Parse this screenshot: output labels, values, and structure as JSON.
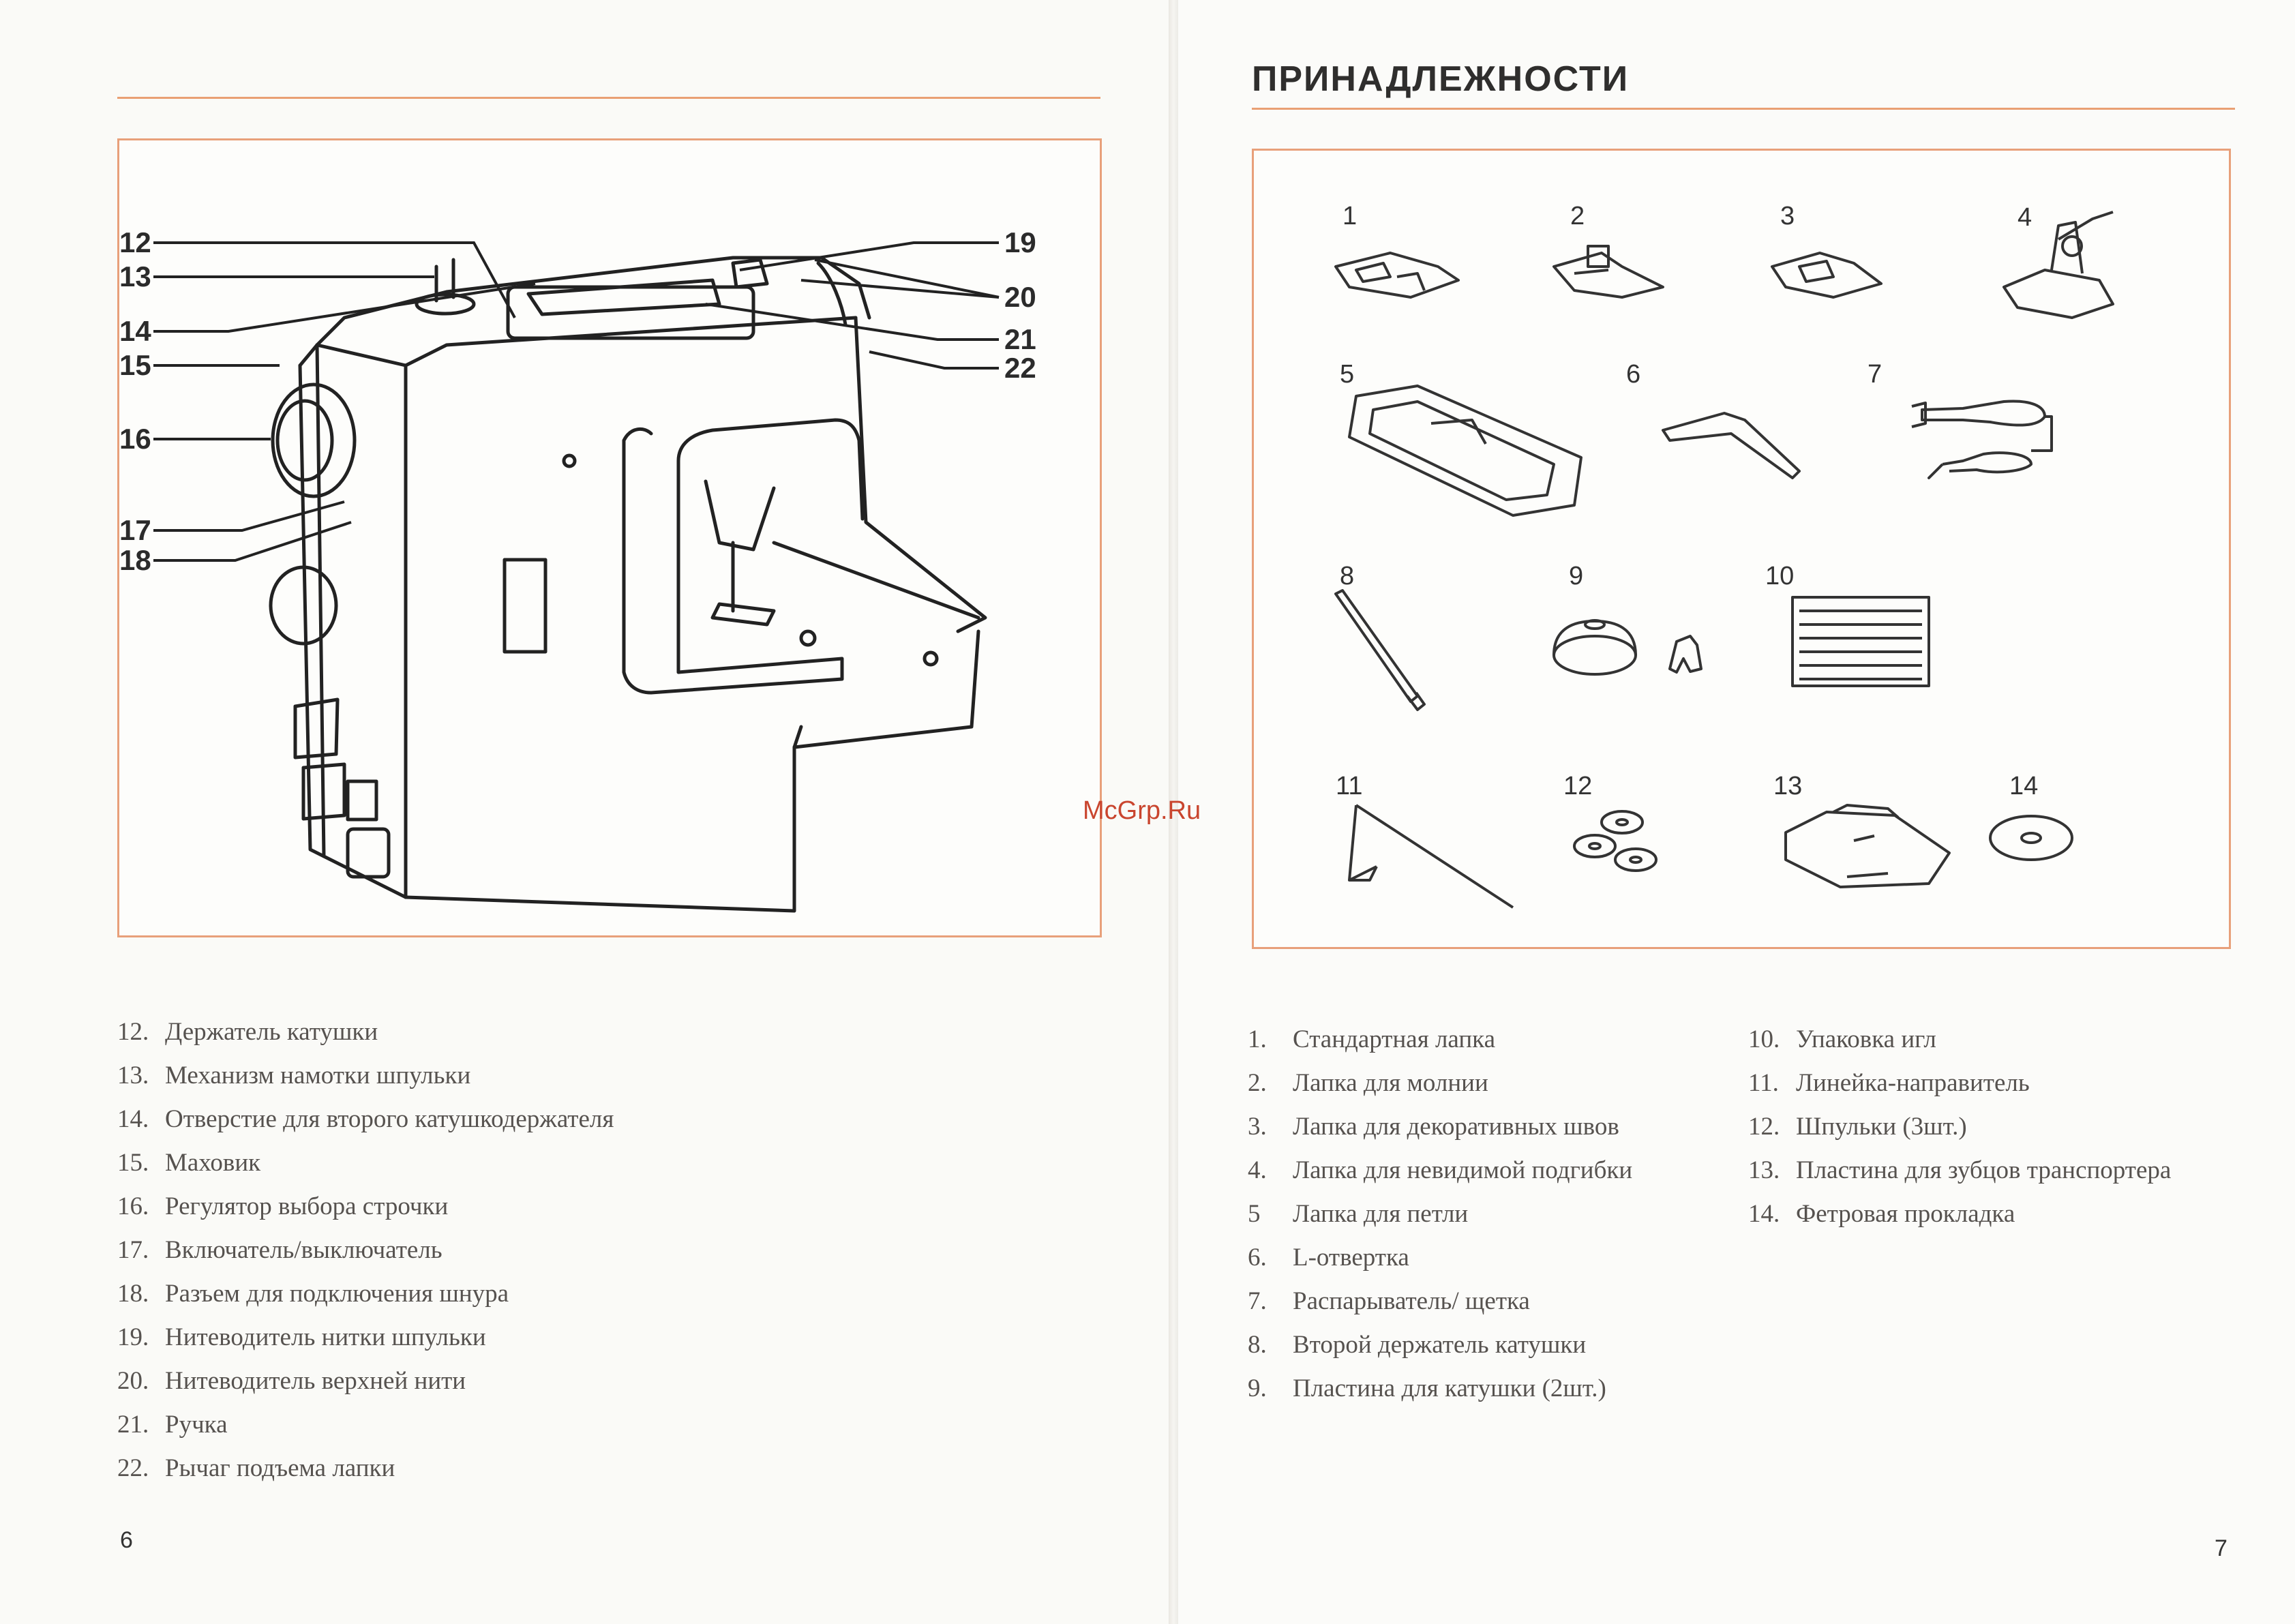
{
  "left_page": {
    "callouts": [
      "12",
      "13",
      "14",
      "15",
      "16",
      "17",
      "18",
      "19",
      "20",
      "21",
      "22"
    ],
    "parts": [
      {
        "num": "12.",
        "text": "Держатель катушки"
      },
      {
        "num": "13.",
        "text": "Механизм намотки шпульки"
      },
      {
        "num": "14.",
        "text": "Отверстие для второго катушкодержателя"
      },
      {
        "num": "15.",
        "text": "Маховик"
      },
      {
        "num": "16.",
        "text": "Регулятор выбора строчки"
      },
      {
        "num": "17.",
        "text": "Включатель/выключатель"
      },
      {
        "num": "18.",
        "text": "Разъем для подключения шнура"
      },
      {
        "num": "19.",
        "text": "Нитеводитель нитки шпульки"
      },
      {
        "num": "20.",
        "text": "Нитеводитель верхней нити"
      },
      {
        "num": "21.",
        "text": "Ручка"
      },
      {
        "num": "22.",
        "text": "Рычаг подъема лапки"
      }
    ],
    "page_number": "6"
  },
  "right_page": {
    "title": "ПРИНАДЛЕЖНОСТИ",
    "figure_numbers": [
      "1",
      "2",
      "3",
      "4",
      "5",
      "6",
      "7",
      "8",
      "9",
      "10",
      "11",
      "12",
      "13",
      "14"
    ],
    "accessories_col1": [
      {
        "num": "1.",
        "text": "Стандартная лапка"
      },
      {
        "num": "2.",
        "text": "Лапка для молнии"
      },
      {
        "num": "3.",
        "text": "Лапка для декоративных швов"
      },
      {
        "num": "4.",
        "text": "Лапка для невидимой подгибки"
      },
      {
        "num": "5",
        "text": "Лапка для петли"
      },
      {
        "num": "6.",
        "text": "L-отвертка"
      },
      {
        "num": "7.",
        "text": "Распарыватель/ щетка"
      },
      {
        "num": "8.",
        "text": "Второй держатель катушки"
      },
      {
        "num": "9.",
        "text": "Пластина для катушки  (2шт.)"
      }
    ],
    "accessories_col2": [
      {
        "num": "10.",
        "text": "Упаковка игл"
      },
      {
        "num": "11.",
        "text": "Линейка-направитель"
      },
      {
        "num": "12.",
        "text": "Шпульки (3шт.)"
      },
      {
        "num": "13.",
        "text": "Пластина для зубцов транспортера"
      },
      {
        "num": "14.",
        "text": "Фетровая прокладка"
      }
    ],
    "page_number": "7"
  },
  "watermark": "McGrp.Ru",
  "colors": {
    "accent_rule": "#e9a074",
    "text": "#5a5654",
    "watermark": "#c9452e"
  }
}
